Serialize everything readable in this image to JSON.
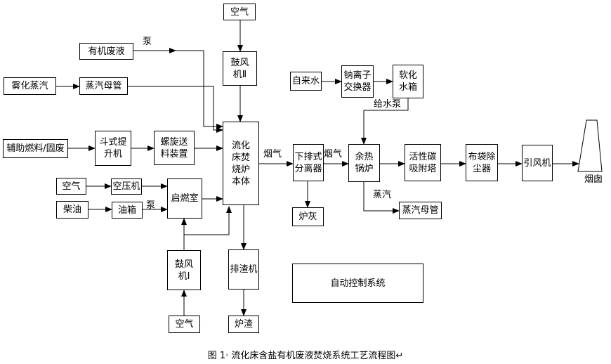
{
  "boxes": {
    "air_top": "空气",
    "organic_waste": "有机废液",
    "blower2": "鼓风\n机Ⅱ",
    "atomizing_steam": "雾化蒸汽",
    "steam_header1": "蒸汽母管",
    "tap_water": "自来水",
    "ion_exchanger": "钠离子\n交换器",
    "soft_tank": "软化\n水箱",
    "aux_fuel": "辅助燃料/固废",
    "bucket_elevator": "斗式提\n升机",
    "screw_feeder": "螺旋送\n料装置",
    "furnace": "流化\n床焚\n烧炉\n本体",
    "separator": "下排式\n分离器",
    "boiler": "余热\n锅炉",
    "carbon_tower": "活性碳\n吸附塔",
    "bag_filter": "布袋除\n尘器",
    "induced_fan": "引风机",
    "air_left": "空气",
    "compressor": "空压机",
    "ignition": "启燃室",
    "diesel": "柴油",
    "oil_tank": "油箱",
    "ash": "炉灰",
    "steam_header2": "蒸汽母管",
    "blower1": "鼓风\n机Ⅰ",
    "slag_machine": "排渣机",
    "auto_control": "自动控制系统",
    "air_bottom": "空气",
    "slag": "炉渣"
  },
  "labels": {
    "pump1": "泵",
    "pump2": "泵",
    "feed_pump": "给水泵",
    "flue_gas1": "烟气",
    "flue_gas2": "烟气",
    "steam": "蒸汽",
    "chimney": "烟囱"
  },
  "caption": "图 1· 流化床含盐有机废液焚烧系统工艺流程图↵"
}
